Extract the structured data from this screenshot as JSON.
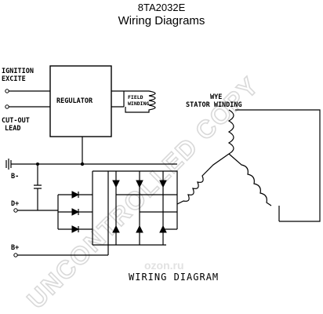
{
  "header": {
    "part_number": "8TA2032E",
    "subtitle": "Wiring Diagrams"
  },
  "diagram": {
    "ignition_label_1": "IGNITION",
    "ignition_label_2": "EXCITE",
    "cutout_label_1": "CUT-OUT",
    "cutout_label_2": "LEAD",
    "regulator_label": "REGULATOR",
    "field_label_1": "FIELD",
    "field_label_2": "WINDING",
    "stator_label_1": "WYE",
    "stator_label_2": "STATOR WINDING",
    "b_minus": "B-",
    "d_plus": "D+",
    "b_plus": "B+",
    "footer_label": "WIRING DIAGRAM"
  },
  "watermark": {
    "text": "UNCONTROLLED COPY",
    "color": "#d9d9d9"
  },
  "logo": {
    "text": "ozon.ru"
  }
}
